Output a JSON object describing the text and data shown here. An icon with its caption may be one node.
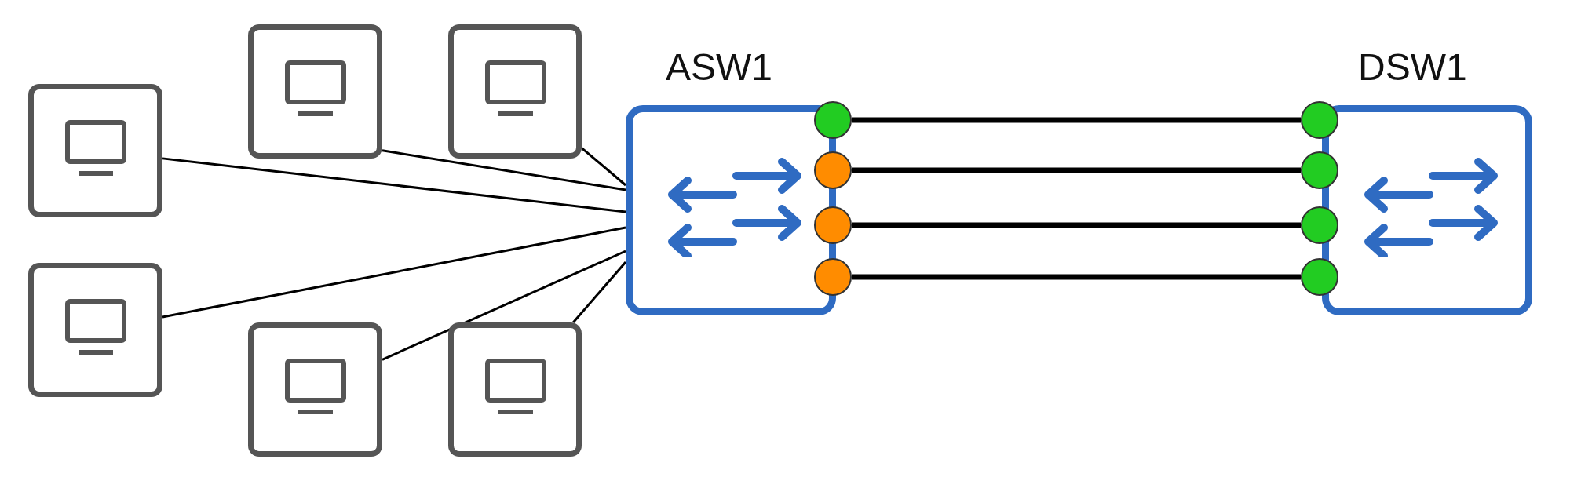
{
  "diagram": {
    "nodes": [
      {
        "text": [],
        "shape": "box"
      },
      {
        "text": [],
        "shape": "box"
      },
      {
        "text": [],
        "shape": "box"
      },
      {
        "text": [],
        "shape": "box"
      },
      {
        "text": [],
        "shape": "box"
      },
      {
        "text": [],
        "shape": "box"
      },
      {
        "text": [
          "ASW1"
        ]
      },
      {
        "text": [
          "DSW1"
        ]
      },
      {
        "text": [],
        "shape": "circle"
      },
      {
        "text": [],
        "shape": "circle"
      },
      {
        "text": [],
        "shape": "circle"
      },
      {
        "text": [],
        "shape": "circle"
      },
      {
        "text": [],
        "shape": "circle"
      },
      {
        "text": [],
        "shape": "circle"
      },
      {
        "text": [],
        "shape": "circle"
      },
      {
        "text": [],
        "shape": "circle"
      }
    ],
    "edges": [
      {
        "from": 0,
        "to": 6,
        "arrow": "none"
      },
      {
        "from": 1,
        "to": 6,
        "arrow": "none"
      },
      {
        "from": 2,
        "to": 6,
        "arrow": "none"
      },
      {
        "from": 3,
        "to": 6,
        "arrow": "none"
      },
      {
        "from": 4,
        "to": 6,
        "arrow": "none"
      },
      {
        "from": 5,
        "to": 6,
        "arrow": "none"
      },
      {
        "from": 8,
        "to": 12,
        "arrow": "none",
        "style": "thick"
      },
      {
        "from": 9,
        "to": 13,
        "arrow": "none",
        "style": "thick"
      },
      {
        "from": 10,
        "to": 14,
        "arrow": "none",
        "style": "thick"
      },
      {
        "from": 11,
        "to": 15,
        "arrow": "none",
        "style": "thick"
      }
    ]
  }
}
